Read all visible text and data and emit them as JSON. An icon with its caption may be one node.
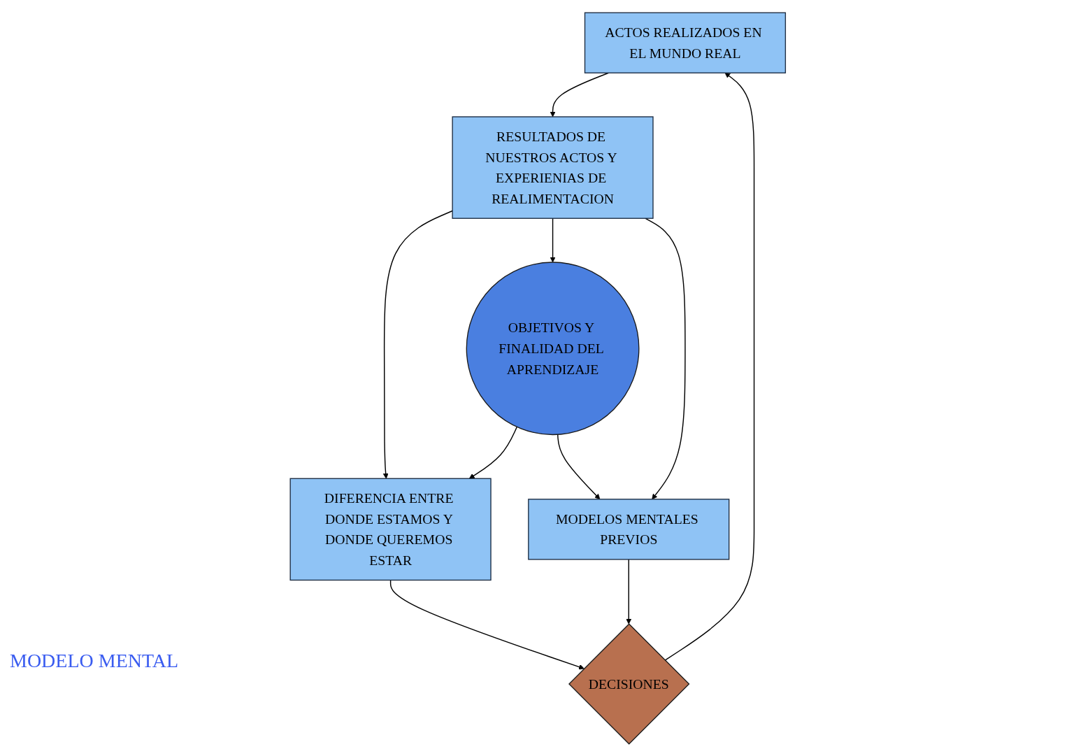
{
  "diagram": {
    "nodes": [
      {
        "text": [
          "ACTOS REALIZADOS EN EL MUNDO REAL"
        ]
      },
      {
        "text": [
          "DECISIONES"
        ]
      },
      {
        "text": [
          "RESULTADOS DE NUESTROS ACTOS Y EXPERIENIAS DE REALIMENTACION"
        ]
      },
      {
        "text": [
          "DIFERENCIA ENTRE DONDE ESTAMOS Y DONDE QUEREMOS ESTAR"
        ]
      },
      {
        "text": [
          "OBJETIVOS Y FINALIDAD DEL APRENDIZAJE"
        ]
      },
      {
        "text": [
          "MODELOS MENTALES PREVIOS"
        ]
      }
    ],
    "edges": [
      {
        "from": 1,
        "to": 0,
        "arrow": "to"
      },
      {
        "from": 0,
        "to": 2,
        "arrow": "to"
      },
      {
        "from": 2,
        "to": 3,
        "arrow": "to"
      },
      {
        "from": 2,
        "to": 4,
        "arrow": "to"
      },
      {
        "from": 2,
        "to": 5,
        "arrow": "to"
      },
      {
        "from": 4,
        "to": 3,
        "arrow": "to"
      },
      {
        "from": 4,
        "to": 5,
        "arrow": "to"
      },
      {
        "from": 3,
        "to": 1,
        "arrow": "to"
      },
      {
        "from": 5,
        "to": 1,
        "arrow": "to"
      }
    ],
    "labels": [
      "MODELO MENTAL"
    ]
  }
}
